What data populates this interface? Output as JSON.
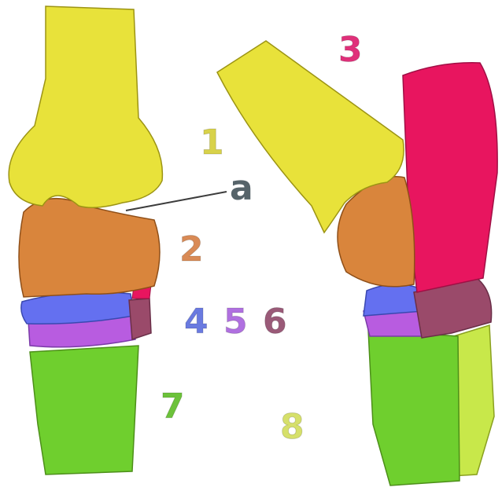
{
  "labels": {
    "n1": "1",
    "n2": "2",
    "n3": "3",
    "n4": "4",
    "n5": "5",
    "n6": "6",
    "n7": "7",
    "n8": "8",
    "a": "a"
  },
  "colors": {
    "bone_1": "#e8e23a",
    "bone_2": "#d9853c",
    "bone_3": "#e8155f",
    "bone_4": "#6470f0",
    "bone_5": "#b85ce0",
    "bone_6": "#9a4a6a",
    "bone_7": "#6fcf2e",
    "bone_8": "#c8e84a",
    "label_1": "#d8d24a",
    "label_2": "#d98a55",
    "label_3": "#e0307a",
    "label_4": "#6a7ae0",
    "label_5": "#b070e0",
    "label_6": "#9a5a78",
    "label_7": "#6cc23a",
    "label_8": "#d6e06a",
    "label_a": "#56646a"
  }
}
